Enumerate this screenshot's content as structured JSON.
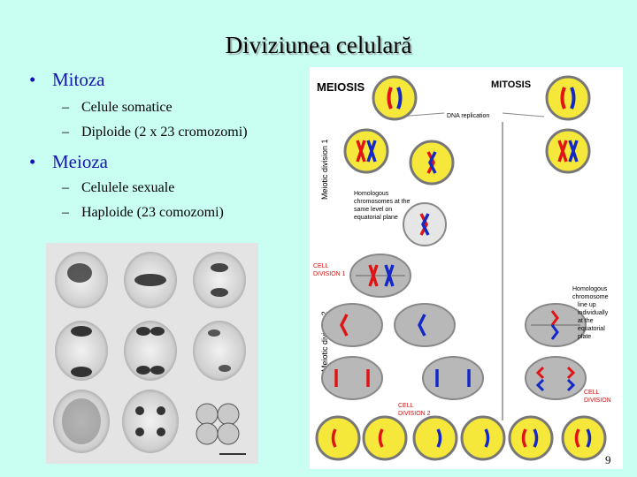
{
  "slide": {
    "title": "Diviziunea celulară",
    "page_number": "9"
  },
  "bullets": [
    {
      "label": "Mitoza",
      "items": [
        "Celule somatice",
        "Diploide (2 x 23 cromozomi)"
      ]
    },
    {
      "label": "Meioza",
      "items": [
        "Celulele sexuale",
        "Haploide (23 comozomi)"
      ]
    }
  ],
  "bullet_glyph": "•",
  "dash_glyph": "–",
  "diagram": {
    "meiosis_heading": "MEIOSIS",
    "mitosis_heading": "MITOSIS",
    "dna_replication": "DNA replication",
    "meiotic_division_1": "Meiotic division 1",
    "meiotic_division_2": "Meiotic division 2",
    "homologous_note": [
      "Homologous",
      "chromosomes at the",
      "same level on",
      "equatorial plane"
    ],
    "cell_division_1": [
      "CELL",
      "DIVISION 1"
    ],
    "cell_division_2": [
      "CELL",
      "DIVISION 2"
    ],
    "mitosis_note": [
      "Homologous",
      "chromosome",
      "line up",
      "individually",
      "at the",
      "equatorial",
      "plate"
    ],
    "cell_division": [
      "CELL",
      "DIVISION"
    ]
  },
  "colors": {
    "background": "#c8fff2",
    "bullet_text": "#1414b4",
    "chromosome_red": "#e01414",
    "chromosome_blue": "#1428c8",
    "cell_yellow": "#f5e83a",
    "cell_grey": "#b8b8b8",
    "label_red": "#d01010"
  }
}
